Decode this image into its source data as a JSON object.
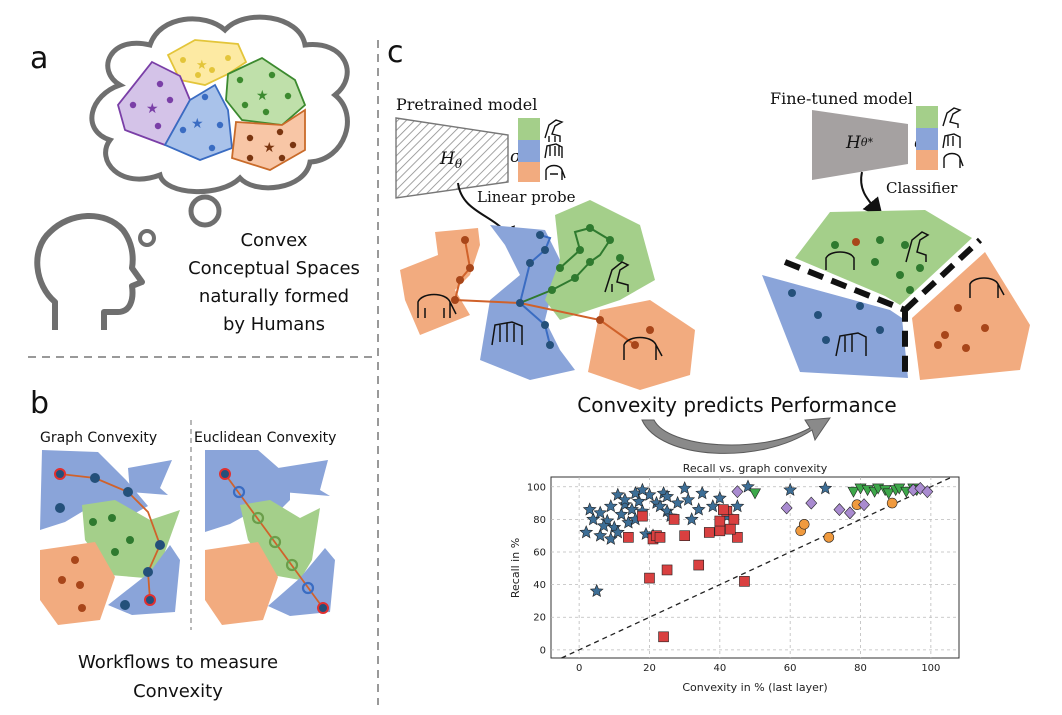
{
  "panels": {
    "a": {
      "letter": "a",
      "caption_lines": [
        "Convex",
        "Conceptual Spaces",
        "naturally formed",
        "by Humans"
      ]
    },
    "b": {
      "letter": "b",
      "graph_title": "Graph Convexity",
      "euclid_title": "Euclidean Convexity",
      "caption_lines": [
        "Workflows to measure",
        "Convexity"
      ]
    },
    "c": {
      "letter": "c",
      "pretrained_title": "Pretrained model",
      "finetuned_title": "Fine-tuned model",
      "h_theta": "H",
      "h_theta_sub": "θ",
      "h_theta_star_sub": "θ*",
      "sigma": "σ",
      "linear_probe": "Linear probe",
      "classifier": "Classifier",
      "predicts": "Convexity predicts Performance"
    }
  },
  "colors": {
    "green": "#a4cf8a",
    "blue": "#8aa4d9",
    "orange": "#f2ab7f",
    "yellow": "#fdeaa3",
    "purple": "#d4c3e8",
    "edge_orange": "#d0622b",
    "dark_blue": "#24507a",
    "dark_green": "#2f7a2f",
    "dark_orange": "#8a3a12"
  },
  "chart_data": {
    "type": "scatter",
    "title": "Recall vs. graph convexity",
    "xlabel": "Convexity in % (last layer)",
    "ylabel": "Recall in %",
    "xlim": [
      -8,
      108
    ],
    "ylim": [
      -5,
      106
    ],
    "xticks": [
      0,
      20,
      40,
      60,
      80,
      100
    ],
    "yticks": [
      0,
      20,
      40,
      60,
      80,
      100
    ],
    "grid": true,
    "reference_line": "y = x (dashed)",
    "series": [
      {
        "marker": "star",
        "color": "#3d6e96",
        "points": [
          [
            4,
            80
          ],
          [
            5,
            36
          ],
          [
            6,
            84
          ],
          [
            8,
            79
          ],
          [
            9,
            88
          ],
          [
            10,
            75
          ],
          [
            11,
            95
          ],
          [
            12,
            83
          ],
          [
            13,
            89
          ],
          [
            14,
            78
          ],
          [
            15,
            86
          ],
          [
            16,
            80
          ],
          [
            17,
            91
          ],
          [
            18,
            85
          ],
          [
            19,
            71
          ],
          [
            20,
            95
          ],
          [
            21,
            70
          ],
          [
            22,
            90
          ],
          [
            23,
            88
          ],
          [
            24,
            96
          ],
          [
            25,
            85
          ],
          [
            26,
            82
          ],
          [
            28,
            90
          ],
          [
            30,
            99
          ],
          [
            32,
            80
          ],
          [
            35,
            96
          ],
          [
            38,
            88
          ],
          [
            40,
            93
          ],
          [
            42,
            82
          ],
          [
            2,
            72
          ],
          [
            3,
            86
          ],
          [
            6,
            70
          ],
          [
            7,
            76
          ],
          [
            9,
            68
          ],
          [
            11,
            72
          ],
          [
            13,
            92
          ],
          [
            16,
            96
          ],
          [
            18,
            98
          ],
          [
            25,
            94
          ],
          [
            31,
            92
          ],
          [
            34,
            86
          ],
          [
            45,
            88
          ],
          [
            48,
            100
          ],
          [
            60,
            98
          ],
          [
            70,
            99
          ]
        ]
      },
      {
        "marker": "square",
        "color": "#d94040",
        "points": [
          [
            14,
            69
          ],
          [
            18,
            82
          ],
          [
            20,
            44
          ],
          [
            21,
            68
          ],
          [
            22,
            70
          ],
          [
            23,
            69
          ],
          [
            24,
            8
          ],
          [
            25,
            49
          ],
          [
            27,
            80
          ],
          [
            30,
            70
          ],
          [
            34,
            52
          ],
          [
            37,
            72
          ],
          [
            40,
            73
          ],
          [
            40,
            79
          ],
          [
            42,
            85
          ],
          [
            44,
            80
          ],
          [
            45,
            69
          ],
          [
            47,
            42
          ],
          [
            43,
            74
          ],
          [
            41,
            86
          ]
        ]
      },
      {
        "marker": "circle",
        "color": "#f09a3e",
        "points": [
          [
            63,
            73
          ],
          [
            64,
            77
          ],
          [
            71,
            69
          ],
          [
            79,
            89
          ],
          [
            89,
            90
          ]
        ]
      },
      {
        "marker": "triangle",
        "color": "#3da84a",
        "points": [
          [
            50,
            96
          ],
          [
            78,
            97
          ],
          [
            80,
            99
          ],
          [
            82,
            98
          ],
          [
            84,
            97
          ],
          [
            85,
            99
          ],
          [
            87,
            98
          ],
          [
            88,
            96
          ],
          [
            90,
            98
          ],
          [
            91,
            99
          ],
          [
            93,
            97
          ],
          [
            95,
            99
          ],
          [
            96,
            98
          ]
        ]
      },
      {
        "marker": "diamond",
        "color": "#a98bd0",
        "points": [
          [
            45,
            97
          ],
          [
            59,
            87
          ],
          [
            66,
            90
          ],
          [
            74,
            86
          ],
          [
            77,
            84
          ],
          [
            81,
            89
          ],
          [
            95,
            98
          ],
          [
            97,
            99
          ],
          [
            99,
            97
          ]
        ]
      }
    ]
  }
}
